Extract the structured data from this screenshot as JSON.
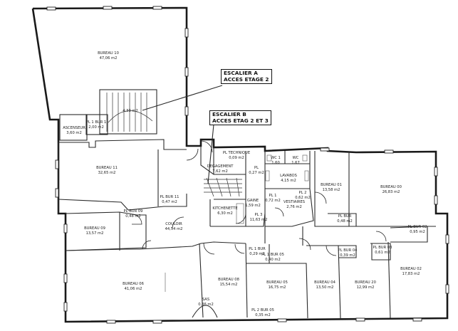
{
  "callouts": {
    "stair_a": {
      "line1": "ESCALIER A",
      "line2": "ACCES ETAGE 2"
    },
    "stair_b": {
      "line1": "ESCALIER B",
      "line2": "ACCES ETAG 2 ET 3"
    }
  },
  "rooms": {
    "bureau_10": {
      "name": "BUREAU 10",
      "area": "47,06 m2"
    },
    "stair_a_area": {
      "name": "",
      "area": "4,33 m2"
    },
    "ascenseur": {
      "name": "ASCENSEUR",
      "area": "3,60 m2"
    },
    "pl_1_bur_10": {
      "name": "PL 1 BUR 1",
      "area": "2,00 m2"
    },
    "bureau_11": {
      "name": "BUREAU 11",
      "area": "32,65 m2"
    },
    "pl_bur_11": {
      "name": "PL BUR 11",
      "area": "0,47 m2"
    },
    "pl_bur_09": {
      "name": "PL BUR 09",
      "area": "0,48 m2"
    },
    "bureau_09": {
      "name": "BUREAU 09",
      "area": "13,57 m2"
    },
    "couloir": {
      "name": "COULOIR",
      "area": "44,54 m2"
    },
    "bureau_06": {
      "name": "BUREAU 06",
      "area": "41,06 m2"
    },
    "sas": {
      "name": "SAS",
      "area": "0,36 m2"
    },
    "degagement": {
      "name": "DEGAGEMENT",
      "area": "7,62 m2"
    },
    "pl_technique": {
      "name": "PL TECHNIQUE",
      "area": "0,09 m2"
    },
    "pl_27": {
      "name": "PL",
      "area": "0,27 m2"
    },
    "kitchenette": {
      "name": "KITCHENETTE",
      "area": "6,30 m2"
    },
    "gaine": {
      "name": "GAINE",
      "area": "1,59 m2"
    },
    "pl_3": {
      "name": "PL 3",
      "area": "11,63 m2"
    },
    "pl_1": {
      "name": "PL 1",
      "area": "0,72 m2"
    },
    "vestiaires": {
      "name": "VESTIAIRES",
      "area": "2,76 m2"
    },
    "wc_1": {
      "name": "WC 1",
      "area": "1,60"
    },
    "wc_2": {
      "name": "WC",
      "area": "1,67"
    },
    "lavabos": {
      "name": "LAVABOS",
      "area": "4,15 m2"
    },
    "pl_2": {
      "name": "PL 2",
      "area": "0,62 m2"
    },
    "bureau_01": {
      "name": "BUREAU 01",
      "area": "13,58 m2"
    },
    "pl_bur_01": {
      "name": "PL BUR",
      "area": "0,48 m2"
    },
    "bureau_00": {
      "name": "BUREAU 00",
      "area": "26,83 m2"
    },
    "pl_bur_02": {
      "name": "PL BUR 02",
      "area": "0,95 m2"
    },
    "pl_bur_03": {
      "name": "PL BUR 03",
      "area": "0,61 m2"
    },
    "bureau_02": {
      "name": "BUREAU 02",
      "area": "17,83 m2"
    },
    "pl_bur_04": {
      "name": "PL BUR 04",
      "area": "0,39 m2"
    },
    "bureau_20": {
      "name": "BUREAU 20",
      "area": "12,99 m2"
    },
    "bureau_04": {
      "name": "BUREAU 04",
      "area": "13,50 m2"
    },
    "bureau_05": {
      "name": "BUREAU 05",
      "area": "16,75 m2"
    },
    "pl_1_bur": {
      "name": "PL 1 BUR",
      "area": "0,29 m2"
    },
    "pl_1_bur_05": {
      "name": "PL 1 BUR 05",
      "area": "0,40 m2"
    },
    "bureau_08": {
      "name": "BUREAU 08",
      "area": "15,54 m2"
    },
    "pl_2_bur_05": {
      "name": "PL 2 BUR 05",
      "area": "0,35 m2"
    }
  }
}
